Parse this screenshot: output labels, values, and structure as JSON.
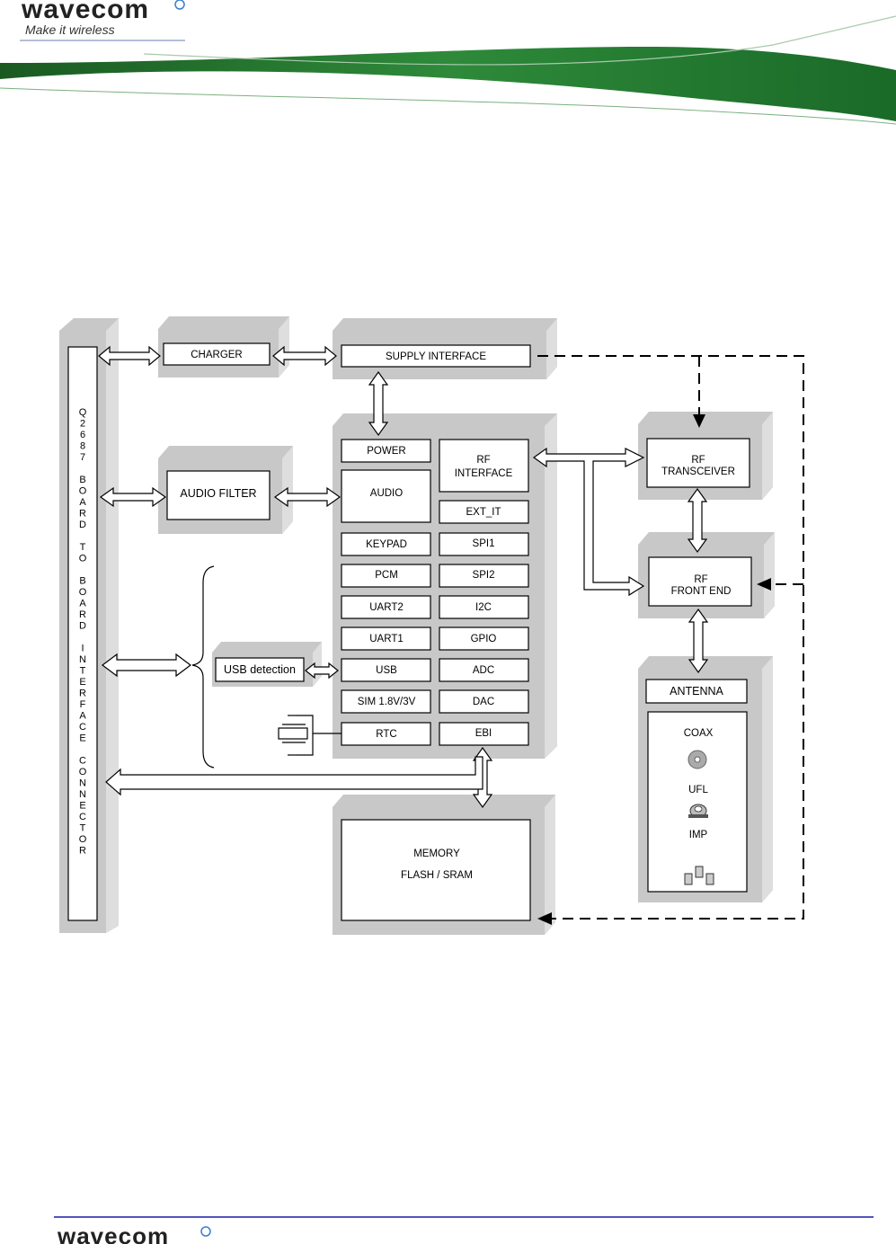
{
  "header": {
    "brand": "wavecom",
    "tagline": "Make it wireless"
  },
  "footer": {
    "brand": "wavecom"
  },
  "colors": {
    "brand_green": "#1f6b2a",
    "footer_rule": "#1a1aa8",
    "block_gray": "#c8c8c8"
  },
  "diagram": {
    "connector_label": "Q2687 BOARD TO BOARD INTERFACE CONNECTOR",
    "charger": "CHARGER",
    "supply_interface": "SUPPLY INTERFACE",
    "audio_filter": "AUDIO FILTER",
    "usb_detection": "USB detection",
    "baseband": {
      "power": "POWER",
      "audio": "AUDIO",
      "rf_interface_1": "RF",
      "rf_interface_2": "INTERFACE",
      "ext_it": "EXT_IT",
      "keypad": "KEYPAD",
      "spi1": "SPI1",
      "pcm": "PCM",
      "spi2": "SPI2",
      "uart2": "UART2",
      "i2c": "I2C",
      "uart1": "UART1",
      "gpio": "GPIO",
      "usb": "USB",
      "adc": "ADC",
      "sim": "SIM 1.8V/3V",
      "dac": "DAC",
      "rtc": "RTC",
      "ebi": "EBI"
    },
    "rf_transceiver_1": "RF",
    "rf_transceiver_2": "TRANSCEIVER",
    "rf_front_end_1": "RF",
    "rf_front_end_2": "FRONT END",
    "antenna": "ANTENNA",
    "coax": "COAX",
    "ufl": "UFL",
    "imp": "IMP",
    "memory_1": "MEMORY",
    "memory_2": "FLASH / SRAM"
  }
}
